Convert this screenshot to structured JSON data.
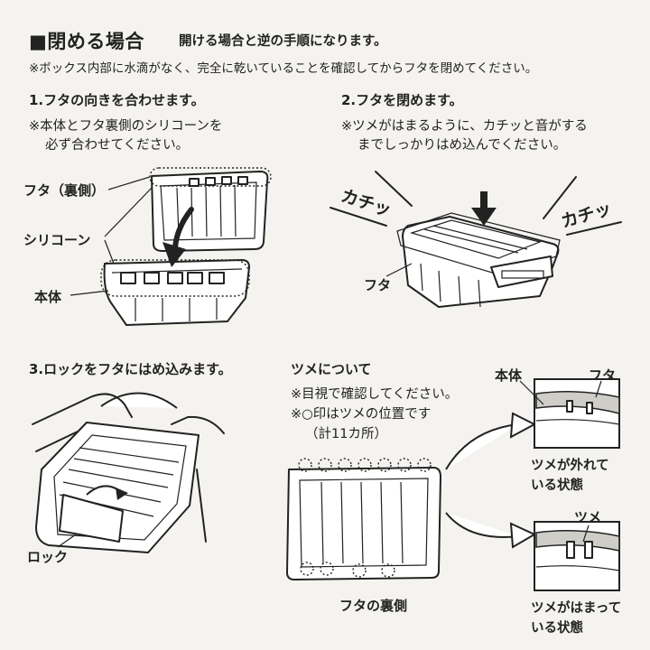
{
  "header": {
    "title": "■閉める場合",
    "subtitle": "開ける場合と逆の手順になります。",
    "note": "※ボックス内部に水滴がなく、完全に乾いていることを確認してからフタを閉めてください。"
  },
  "step1": {
    "title": "1.フタの向きを合わせます。",
    "note_line1": "※本体とフタ裏側のシリコーンを",
    "note_line2": "必ず合わせてください。",
    "label_lid_back": "フタ（裏側）",
    "label_silicone": "シリコーン",
    "label_body": "本体"
  },
  "step2": {
    "title": "2.フタを閉めます。",
    "note_line1": "※ツメがはまるように、カチッと音がする",
    "note_line2": "までしっかりはめ込んでください。",
    "sfx_left": "カチッ",
    "sfx_right": "カチッ",
    "label_lid": "フタ"
  },
  "step3": {
    "title": "3.ロックをフタにはめ込みます。",
    "label_lock": "ロック"
  },
  "claw": {
    "title": "ツメについて",
    "note_line1": "※目視で確認してください。",
    "note_line2": "※○印はツメの位置です",
    "note_line3": "（計11カ所）",
    "label_lid_back": "フタの裏側",
    "detail_body": "本体",
    "detail_lid": "フタ",
    "detail_claw": "ツメ",
    "state_off_line1": "ツメが外れて",
    "state_off_line2": "いる状態",
    "state_on_line1": "ツメがはまって",
    "state_on_line2": "いる状態"
  }
}
